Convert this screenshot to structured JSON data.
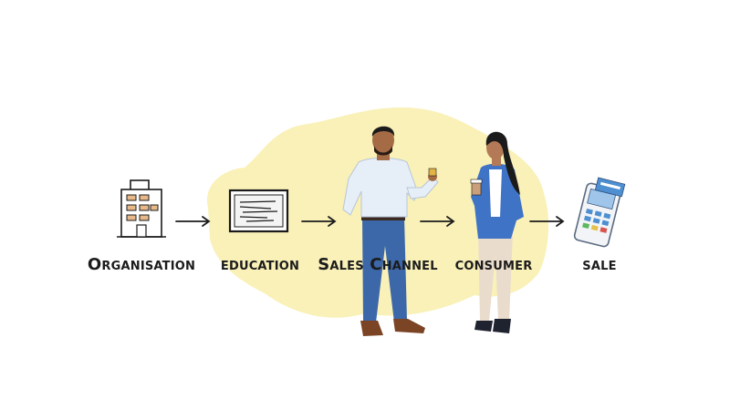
{
  "diagram": {
    "steps": [
      {
        "id": "organisation",
        "label": "Organisation",
        "icon": "office-building-icon"
      },
      {
        "id": "education",
        "label": "education",
        "icon": "whiteboard-icon"
      },
      {
        "id": "sales-channel",
        "label": "Sales Channel",
        "icon": "salesman-figure-icon"
      },
      {
        "id": "consumer",
        "label": "consumer",
        "icon": "businesswoman-figure-icon"
      },
      {
        "id": "sale",
        "label": "sale",
        "icon": "card-payment-terminal-icon"
      }
    ],
    "connectors": [
      "arrow",
      "arrow",
      "arrow",
      "arrow"
    ],
    "colors": {
      "blob": "#f8efb0",
      "ink": "#1b1b1b",
      "shirt": "#e6eef8",
      "jeans": "#3c67a8",
      "blazer": "#3f73c6",
      "terminal": "#4d8fd1"
    }
  }
}
